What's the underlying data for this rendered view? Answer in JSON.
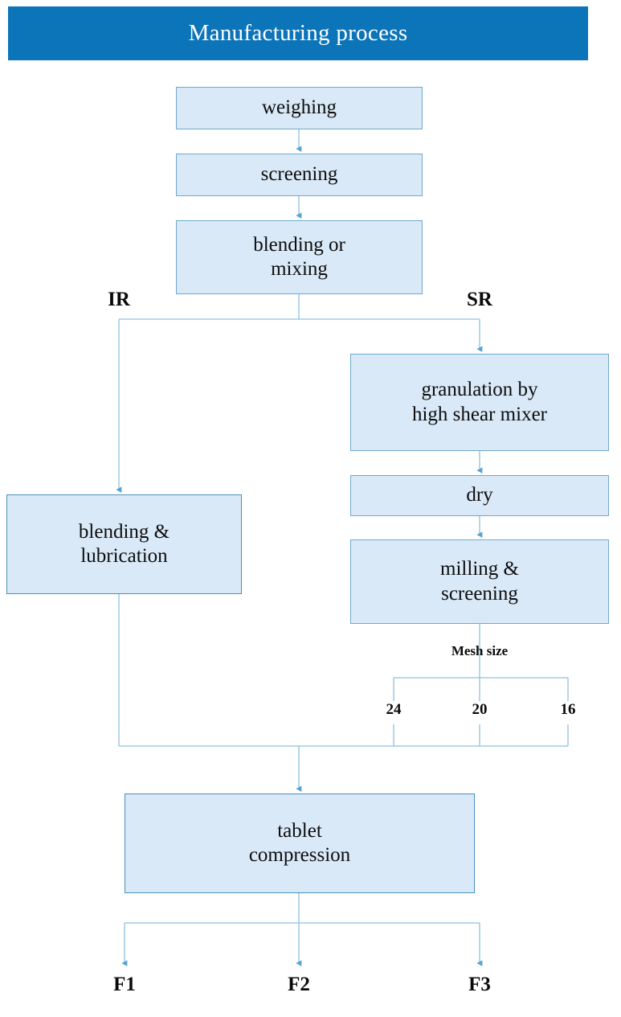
{
  "header": {
    "title": "Manufacturing process",
    "bar_color": "#0c74b8",
    "text_color": "#ffffff"
  },
  "theme": {
    "box_fill": "#d9e9f7",
    "box_border": "#6fa9cd",
    "connector_color": "#7eb6d9",
    "text_color": "#0d0d0d"
  },
  "flow": {
    "nodes": [
      {
        "id": "weighing",
        "label": "weighing"
      },
      {
        "id": "screening",
        "label": "screening"
      },
      {
        "id": "blending-mix",
        "label": "blending or\nmixing",
        "line1": "blending or",
        "line2": "mixing"
      },
      {
        "id": "granulation",
        "label": "granulation by\nhigh shear mixer",
        "line1": "granulation by",
        "line2": "high shear mixer"
      },
      {
        "id": "dry",
        "label": "dry"
      },
      {
        "id": "milling",
        "label": "milling &\nscreening",
        "line1": "milling &",
        "line2": "screening"
      },
      {
        "id": "blending-lub",
        "label": "blending &\nlubrication",
        "line1": "blending &",
        "line2": "lubrication"
      },
      {
        "id": "tablet-compression",
        "label": "tablet\ncompression",
        "line1": "tablet",
        "line2": "compression"
      }
    ],
    "branch_labels": {
      "left": "IR",
      "right": "SR"
    },
    "mesh": {
      "title": "Mesh size",
      "sizes": [
        "24",
        "20",
        "16"
      ]
    },
    "outputs": [
      "F1",
      "F2",
      "F3"
    ]
  }
}
